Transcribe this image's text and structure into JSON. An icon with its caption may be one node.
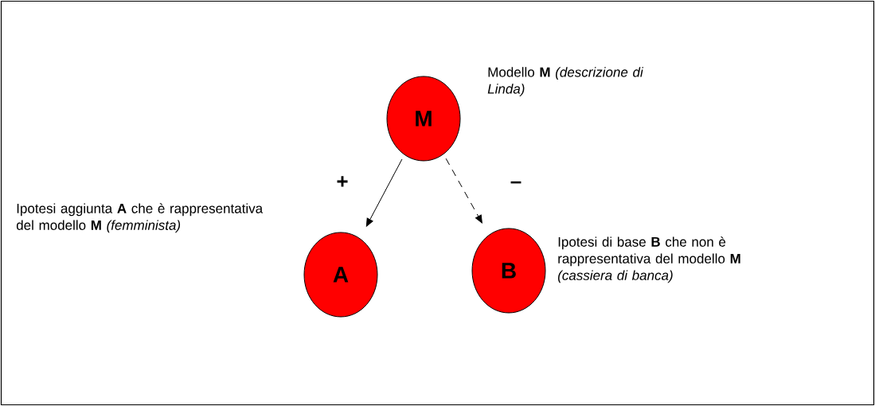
{
  "diagram": {
    "nodes": [
      {
        "text": [
          "M"
        ],
        "beside": [
          "Modello **M** *(descrizione di Linda)*"
        ]
      },
      {
        "text": [
          "A"
        ],
        "beside": [
          "Ipotesi aggiunta **A** che è rappresentativa del modello **M** *(femminista)*"
        ]
      },
      {
        "text": [
          "B"
        ],
        "beside": [
          "Ipotesi di base **B** che non è rappresentativa del modello **M** *(cassiera di banca)*"
        ]
      }
    ],
    "edges": [
      {
        "from": 0,
        "to": 1,
        "arrow": "to",
        "label": "+"
      },
      {
        "from": 0,
        "to": 2,
        "arrow": "to",
        "label": "–",
        "style": "dashed"
      }
    ]
  }
}
